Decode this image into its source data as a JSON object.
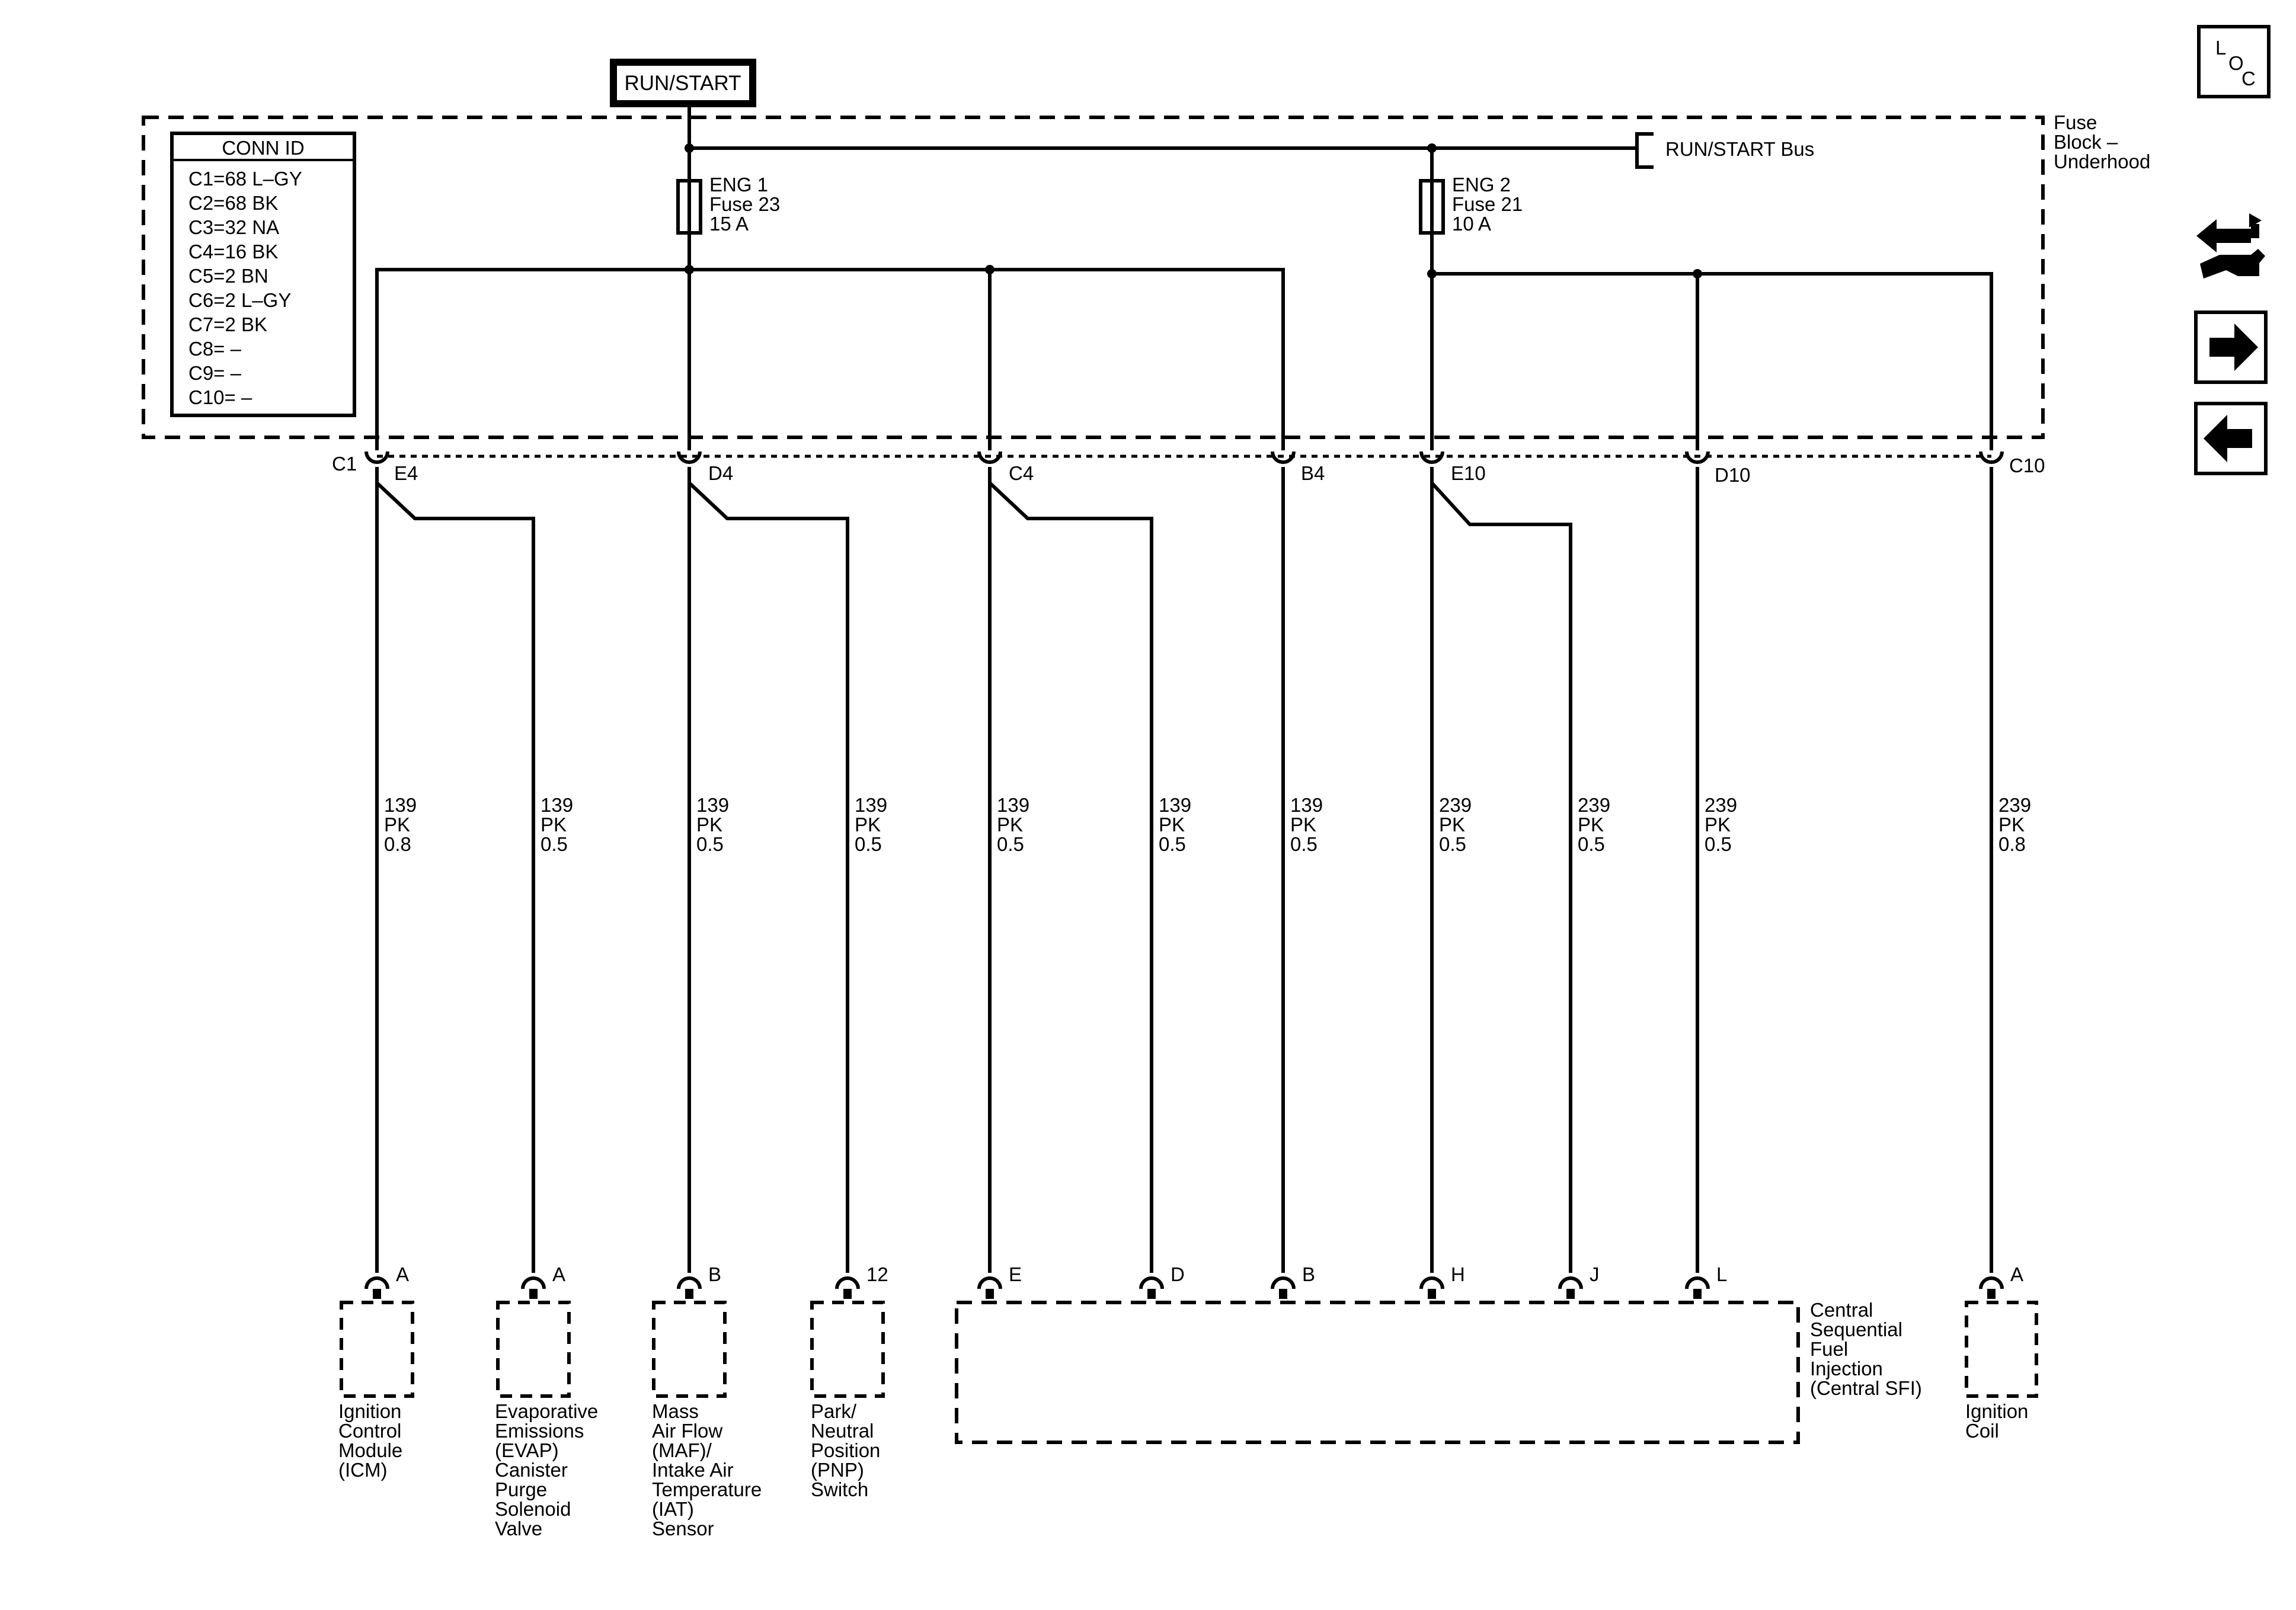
{
  "header": {
    "run_start": "RUN/START",
    "loc_letters": [
      "L",
      "O",
      "C"
    ]
  },
  "fuse_block": {
    "label_lines": [
      "Fuse",
      "Block –",
      "Underhood"
    ],
    "bus_label": "RUN/START Bus",
    "conn_id": {
      "title": "CONN ID",
      "rows": [
        "C1=68 L–GY",
        "C2=68 BK",
        "C3=32 NA",
        "C4=16 BK",
        "C5=2 BN",
        "C6=2 L–GY",
        "C7=2 BK",
        "C8= –",
        "C9= –",
        "C10= –"
      ]
    },
    "fuses": [
      {
        "lines": [
          "ENG 1",
          "Fuse 23",
          "15 A"
        ]
      },
      {
        "lines": [
          "ENG 2",
          "Fuse 21",
          "10 A"
        ]
      }
    ]
  },
  "connector_pins": [
    {
      "conn": "C1",
      "pin": "E4"
    },
    {
      "pin": "D4"
    },
    {
      "pin": "C4"
    },
    {
      "pin": "B4"
    },
    {
      "pin": "E10"
    },
    {
      "pin": "D10"
    },
    {
      "pin": "C10"
    }
  ],
  "wires": [
    {
      "circuit": "139",
      "color": "PK",
      "gauge": "0.8"
    },
    {
      "circuit": "139",
      "color": "PK",
      "gauge": "0.5"
    },
    {
      "circuit": "139",
      "color": "PK",
      "gauge": "0.5"
    },
    {
      "circuit": "139",
      "color": "PK",
      "gauge": "0.5"
    },
    {
      "circuit": "139",
      "color": "PK",
      "gauge": "0.5"
    },
    {
      "circuit": "139",
      "color": "PK",
      "gauge": "0.5"
    },
    {
      "circuit": "139",
      "color": "PK",
      "gauge": "0.5"
    },
    {
      "circuit": "239",
      "color": "PK",
      "gauge": "0.5"
    },
    {
      "circuit": "239",
      "color": "PK",
      "gauge": "0.5"
    },
    {
      "circuit": "239",
      "color": "PK",
      "gauge": "0.5"
    },
    {
      "circuit": "239",
      "color": "PK",
      "gauge": "0.8"
    }
  ],
  "components": [
    {
      "pin": "A",
      "lines": [
        "Ignition",
        "Control",
        "Module",
        "(ICM)"
      ]
    },
    {
      "pin": "A",
      "lines": [
        "Evaporative",
        "Emissions",
        "(EVAP)",
        "Canister",
        "Purge",
        "Solenoid",
        "Valve"
      ]
    },
    {
      "pin": "B",
      "lines": [
        "Mass",
        "Air Flow",
        "(MAF)/",
        "Intake Air",
        "Temperature",
        "(IAT)",
        "Sensor"
      ]
    },
    {
      "pin": "12",
      "lines": [
        "Park/",
        "Neutral",
        "Position",
        "(PNP)",
        "Switch"
      ]
    },
    {
      "pins": [
        "E",
        "D",
        "B",
        "H",
        "J",
        "L"
      ],
      "lines": [
        "Central",
        "Sequential",
        "Fuel",
        "Injection",
        "(Central SFI)"
      ]
    },
    {
      "pin": "A",
      "lines": [
        "Ignition",
        "Coil"
      ]
    }
  ]
}
